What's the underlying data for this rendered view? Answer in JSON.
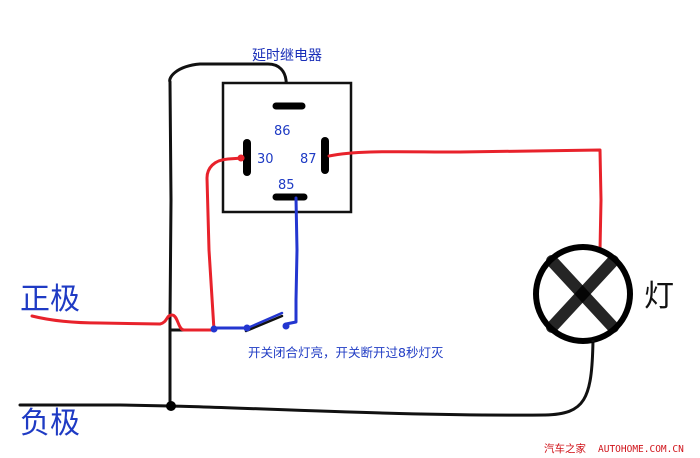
{
  "relay": {
    "title": "延时继电器",
    "pins": {
      "p86": "86",
      "p30": "30",
      "p87": "87",
      "p85": "85"
    }
  },
  "labels": {
    "positive": "正极",
    "negative": "负极",
    "lamp": "灯",
    "note": "开关闭合灯亮，开关断开过8秒灯灭"
  },
  "watermark": {
    "cn": "汽车之家",
    "site": "AUTOHOME.COM.CN"
  },
  "colors": {
    "red_wire": "#e8222b",
    "blue_wire": "#2336d0",
    "black_wire": "#111111",
    "title_text": "#1a2fb8",
    "pin_text": "#1f3bc4",
    "label_text": "#1f3bc4",
    "watermark": "#d0141b"
  },
  "icons": {
    "lamp": "cross-circle-lamp-icon",
    "switch": "switch-icon"
  }
}
